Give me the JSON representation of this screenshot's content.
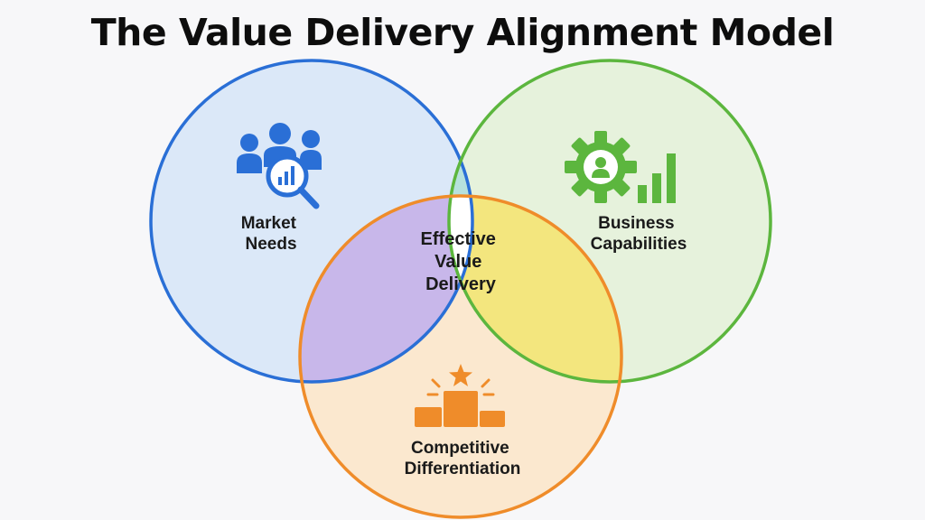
{
  "title": "The Value Delivery Alignment Model",
  "circles": {
    "market": {
      "label_lines": [
        "Market",
        "Needs"
      ],
      "icon": "people-search-chart-icon",
      "stroke": "#2a6fd6",
      "fill": "#dbe8f8"
    },
    "business": {
      "label_lines": [
        "Business",
        "Capabilities"
      ],
      "icon": "gear-person-bar-chart-icon",
      "stroke": "#5cb63e",
      "fill": "#e6f2dc"
    },
    "competitive": {
      "label_lines": [
        "Competitive",
        "Differentiation"
      ],
      "icon": "podium-star-icon",
      "stroke": "#ef8c2a",
      "fill": "#fbe8cf"
    }
  },
  "overlaps": {
    "market_business": "#b6e1dd",
    "market_competitive": "#c8b7ea",
    "business_competitive": "#f3e67e"
  },
  "center": {
    "label_lines": [
      "Effective",
      "Value",
      "Delivery"
    ]
  }
}
